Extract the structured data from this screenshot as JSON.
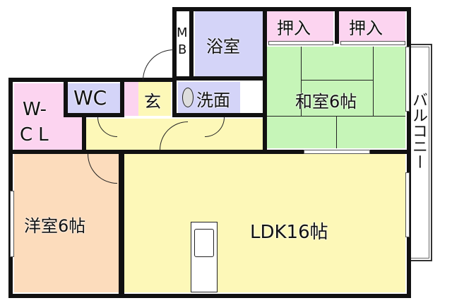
{
  "floor_plan": {
    "rooms": [
      {
        "id": "yoshitsu",
        "label": "洋室6帖",
        "color": "#fcdcbc"
      },
      {
        "id": "ldk",
        "label": "LDK16帖",
        "color": "#fdf8b8"
      },
      {
        "id": "washitsu",
        "label": "和室6帖",
        "color": "#c6f5b8"
      },
      {
        "id": "oshiire1",
        "label": "押入",
        "color": "#fcd4f0"
      },
      {
        "id": "oshiire2",
        "label": "押入",
        "color": "#fcd4f0"
      },
      {
        "id": "yokushitsu",
        "label": "浴室",
        "color": "#d4d4f8"
      },
      {
        "id": "senmen",
        "label": "洗面",
        "color": "#d4d4f8"
      },
      {
        "id": "wc",
        "label": "WC",
        "color": "#d4d4f8"
      },
      {
        "id": "genkan",
        "label": "玄",
        "color": "#fdf8b8"
      },
      {
        "id": "wcl",
        "label": "W-\nCL",
        "label_line1": "W-",
        "label_line2": "CL",
        "color": "#fcd4f0"
      },
      {
        "id": "mb",
        "label_line1": "M",
        "label_line2": "B",
        "color": "#ffffff"
      },
      {
        "id": "balcony",
        "label": "バルコニー",
        "color": "#ffffff"
      },
      {
        "id": "hall",
        "label": "",
        "color": "#fdf8b8"
      }
    ],
    "wall_color": "#111111"
  }
}
